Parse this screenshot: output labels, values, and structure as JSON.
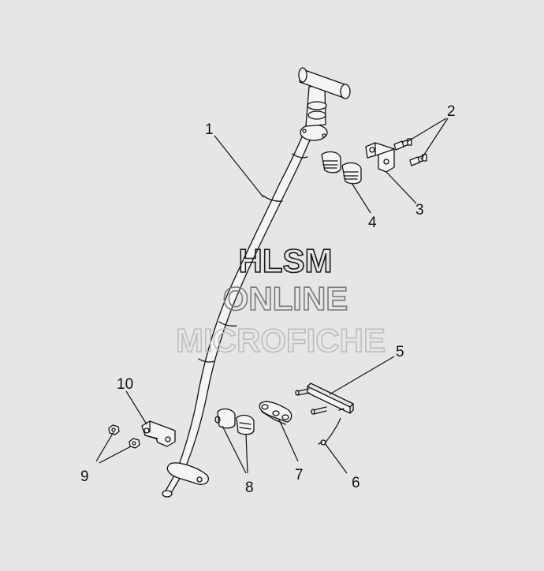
{
  "watermark": {
    "line1": "HLSM",
    "line2": "ONLINE",
    "line3": "MICROFICHE"
  },
  "callouts": {
    "c1": "1",
    "c2": "2",
    "c3": "3",
    "c4": "4",
    "c5": "5",
    "c6": "6",
    "c7": "7",
    "c8": "8",
    "c9": "9",
    "c10": "10"
  }
}
